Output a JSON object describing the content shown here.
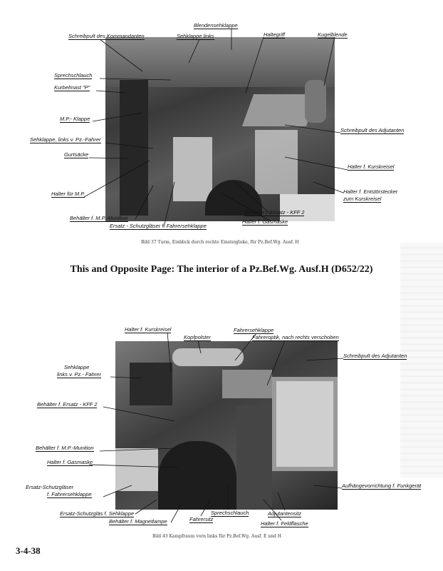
{
  "figure1": {
    "caption": "Bild 37  Turm, Einblick durch rechte Einsteigluke, für Pz.Bef.Wg. Ausf. H",
    "labels": {
      "blendensehklappe": "Blendensehklappe",
      "schreibpult_kommandant": "Schreibpult des Kommandanten",
      "sehklappe_links": "Sehklappe links",
      "haltegriff": "Haltegriff",
      "kugelblende": "Kugelblende",
      "sprechschlauch": "Sprechschlauch",
      "kurbelmast": "Kurbelmast \"P\"",
      "mp_klappe": "M.P.- Klappe",
      "sehklappe_fahrer": "Sehklappe, links v. Pz.-Fahrer",
      "gurtsaecke": "Gurtsäcke",
      "schreibpult_adjutant": "Schreibpult des Adjutanten",
      "halter_kurskreisel": "Halter f. Kurskreisel",
      "halter_mp": "Halter für M.P.",
      "halter_entstoer_1": "Halter f. Entstörstecker",
      "halter_entstoer_2": "zum Kurskreisel",
      "behaelter_mp_munition": "Behälter f. M.P.-Munition",
      "behaelter_ersatz_kff2": "Behälter f. Ersatz - KFF 2",
      "ersatz_schutzglaeser": "Ersatz - Schutzgläser f. Fahrersehklappe",
      "halter_gasmaske": "Halter f. Gasmaske"
    }
  },
  "page_title": "This and Opposite Page:  The interior of a Pz.Bef.Wg. Ausf.H  (D652/22)",
  "figure2": {
    "caption": "Bild 43  Kampfraum vorn links für Pz.Bef.Wg. Ausf. E und H",
    "labels": {
      "halter_kurskreisel": "Halter f. Kurskreisel",
      "kopfpolster": "Kopfpolster",
      "fahrersehklappe": "Fahrersehklappe",
      "fahreroptik": "Fahreroptik, nach rechts verschoben",
      "schreibpult_adjutant": "Schreibpult des Adjutanten",
      "sehklappe_1": "Sehklappe",
      "sehklappe_2": "links v. Pz.- Fahrer",
      "behaelter_ersatz_kff2": "Behälter f. Ersatz - KFF 2",
      "behaelter_mp_munition": "Behälter f. M.P.-Munition",
      "halter_gasmaske": "Halter f. Gasmaske",
      "ersatz_schutzglaeser_1": "Ersatz-Schutzgläser",
      "ersatz_schutzglaeser_2": "f. Fahrersehklappe",
      "aufhaengevorrichtung": "Aufhängevorrichtung f. Funkgerät",
      "ersatz_schutzglaeser_sehklappe": "Ersatz-Schutzgläs f. Sehklappe",
      "sprechschlauch": "Sprechschlauch",
      "behaelter_magnetlampe": "Behälter f. Magnetlampe",
      "fahrersitz": "Fahrersitz",
      "adjutantensitz": "Adjutantensitz",
      "halter_feldflasche": "Halter f. Feldflasche"
    }
  },
  "page_number": "3-4-38"
}
